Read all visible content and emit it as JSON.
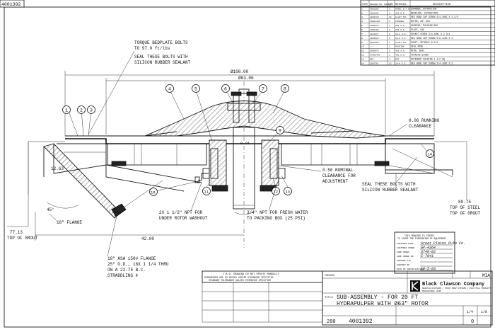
{
  "corner_label": "4001392",
  "notes": {
    "torque": [
      "TORQUE BEDPLATE BOLTS",
      "TO 97.0 ft/lbs"
    ],
    "seal_top": [
      "SEAL THESE BOLTS WITH",
      "SILICON RUBBER SEALANT"
    ],
    "seal_right": [
      "SEAL THESE BOLTS WITH",
      "SILICON RUBBER SEALANT"
    ],
    "running_clearance": [
      "0.06 RUNNING",
      "CLEARANCE"
    ],
    "nominal_clearance": [
      "0.50 NOMINAL",
      "CLEARANCE FOR",
      "ADJUSTMENT"
    ],
    "npt_washout": [
      "2X 1 1/2\" NPT FOR",
      "UNDER ROTOR WASHOUT"
    ],
    "npt_water": [
      "3/4\" NPT FOR FRESH WATER",
      "TO PACKING BOX (25 PSI)"
    ],
    "flange_asa": [
      "18\" ASA 150# FLANGE",
      "25\" O.D., 16X 1 1/4 THRU",
      "ON A 22.75 B.C.",
      "STRADDLING ¢"
    ],
    "flange_18": "18\" FLANGE",
    "top_of_grout": [
      "77.13",
      "TOP OF GROUT"
    ],
    "top_of_steel": [
      "89.75",
      "TOP OF STEEL",
      "TOP OF GROUT"
    ]
  },
  "dimensions": {
    "d108": "Ø108.00",
    "d63": "Ø63.00",
    "d42": "42.00",
    "d1263": "12.63",
    "angle": "45°",
    "d091": "0.91"
  },
  "callouts": [
    "1",
    "2",
    "3",
    "4",
    "5",
    "6",
    "7",
    "8",
    "9",
    "10",
    "11",
    "12",
    "13",
    "14"
  ],
  "bom_headers": [
    "ITEM",
    "DRAWING NO. PART NO.",
    "QTY",
    "MATERIAL",
    "DESCRIPTION"
  ],
  "bom_rows": [
    [
      "1",
      "4001392",
      "1",
      "STEEL 1/4 STL",
      "CHAMBER, EXTRACTION"
    ],
    [
      "2",
      "4001385",
      "1",
      "416 S.S.",
      "BEDPLATE, EXTRACTION"
    ],
    [
      "3",
      "1093715",
      "24",
      "ALLOY STL",
      "HEX HEAD CAP SCREW 3/4-10NC X 2 1/2"
    ],
    [
      "4",
      "X4001305",
      "1",
      "INCONEL",
      "ROTOR, 63\" DIA"
    ],
    [
      "5",
      "2005925",
      "1",
      "304 S.S.",
      "HOUSING, PACKING BOX"
    ],
    [
      "6",
      "2069198",
      "1",
      "304 S.S.",
      "PLATE, CAP"
    ],
    [
      "7",
      "1013817",
      "2",
      "18-8 S.S.",
      "SOCKET SCREW 3/4-10NC X 2 3/4"
    ],
    [
      "8",
      "1025923",
      "8",
      "18-8 S.S.",
      "HEX HEAD CAP SCREW 5/8-11NC X 2"
    ],
    [
      "9",
      "4001364",
      "1",
      "ALLOY STL",
      "SHAFT, SPINDLE 6-5/8"
    ],
    [
      "10",
      "---",
      "1",
      "PACKING",
      "SEAL RING"
    ],
    [
      "11",
      "2065875",
      "1",
      "416 S.S.",
      "RING, SEAL"
    ],
    [
      "12",
      "X4001450",
      "1",
      "401 S.S.",
      "PACKING GLAND"
    ],
    [
      "13",
      "REF",
      "1",
      "REF",
      "EXTENDED PACKING 1 1/2 SQ"
    ],
    [
      "14",
      "1007767",
      "12",
      "18-8 S.S.",
      "HEX HEAD CAP SCREW 3/4-10NC X 3"
    ]
  ],
  "stamp": {
    "title": [
      "THIS DRAWING IS ISSUED",
      "TO COVER THE FURNISHING OF EQUIPMENT"
    ],
    "rows": [
      [
        "CUSTOMER NAME",
        "Great Plains Pulp Co."
      ],
      [
        "CUSTOMER ORDER",
        "GP-4364"
      ],
      [
        "SHOP ORDER",
        "3740-02"
      ],
      [
        "SHOP ORDER NO.",
        "E-7041"
      ],
      [
        "SHIPPED VIA",
        ""
      ],
      [
        "SHIPPED ON",
        ""
      ],
      [
        "DATE OF CERTIFICATION",
        "10-5-83"
      ]
    ]
  },
  "update_notice": "C.A.D. DRAWING DO NOT UPDATE MANUALLY",
  "tolerance_notes": [
    "DIMENSIONS ARE IN INCHES UNLESS OTHERWISE SPECIFIED",
    "STANDARD TOLERANCES UNLESS OTHERWISE SPECIFIED"
  ],
  "title_block": {
    "company": "Black Clawson Company",
    "company_sub": [
      "SHARTLE DIVISION / STOCK PREP SYSTEMS / PULP MILL PRODUCTS",
      "MIDDLETOWN, OHIO"
    ],
    "title_label": "TITLE",
    "title_lines": [
      "SUB-ASSEMBLY - FOR 20 FT",
      "HYDRAPULPER WITH Ø63\" ROTOR"
    ],
    "size": "200",
    "dwg_no": "4001392",
    "rev": "0",
    "sheet": "1/4",
    "scale": "1/8",
    "checked_label": "CHECKED",
    "checker": "MIA"
  }
}
